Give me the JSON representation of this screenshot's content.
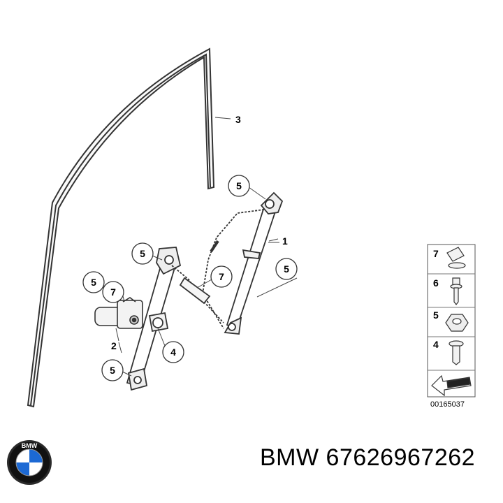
{
  "diagram": {
    "callouts": {
      "a": "3",
      "b": "5",
      "c": "1",
      "d": "5",
      "e": "7",
      "f": "5",
      "g": "5",
      "h": "7",
      "i": "2",
      "j": "4",
      "k": "5"
    },
    "legend": {
      "items": [
        "7",
        "6",
        "5",
        "4"
      ]
    },
    "code": "00165037"
  },
  "footer": {
    "brand": "BMW",
    "part_number": "67626967262",
    "logo_letters": "BMW"
  },
  "colors": {
    "line": "#333333",
    "logo_blue": "#1c69d4",
    "logo_ring": "#000000"
  }
}
